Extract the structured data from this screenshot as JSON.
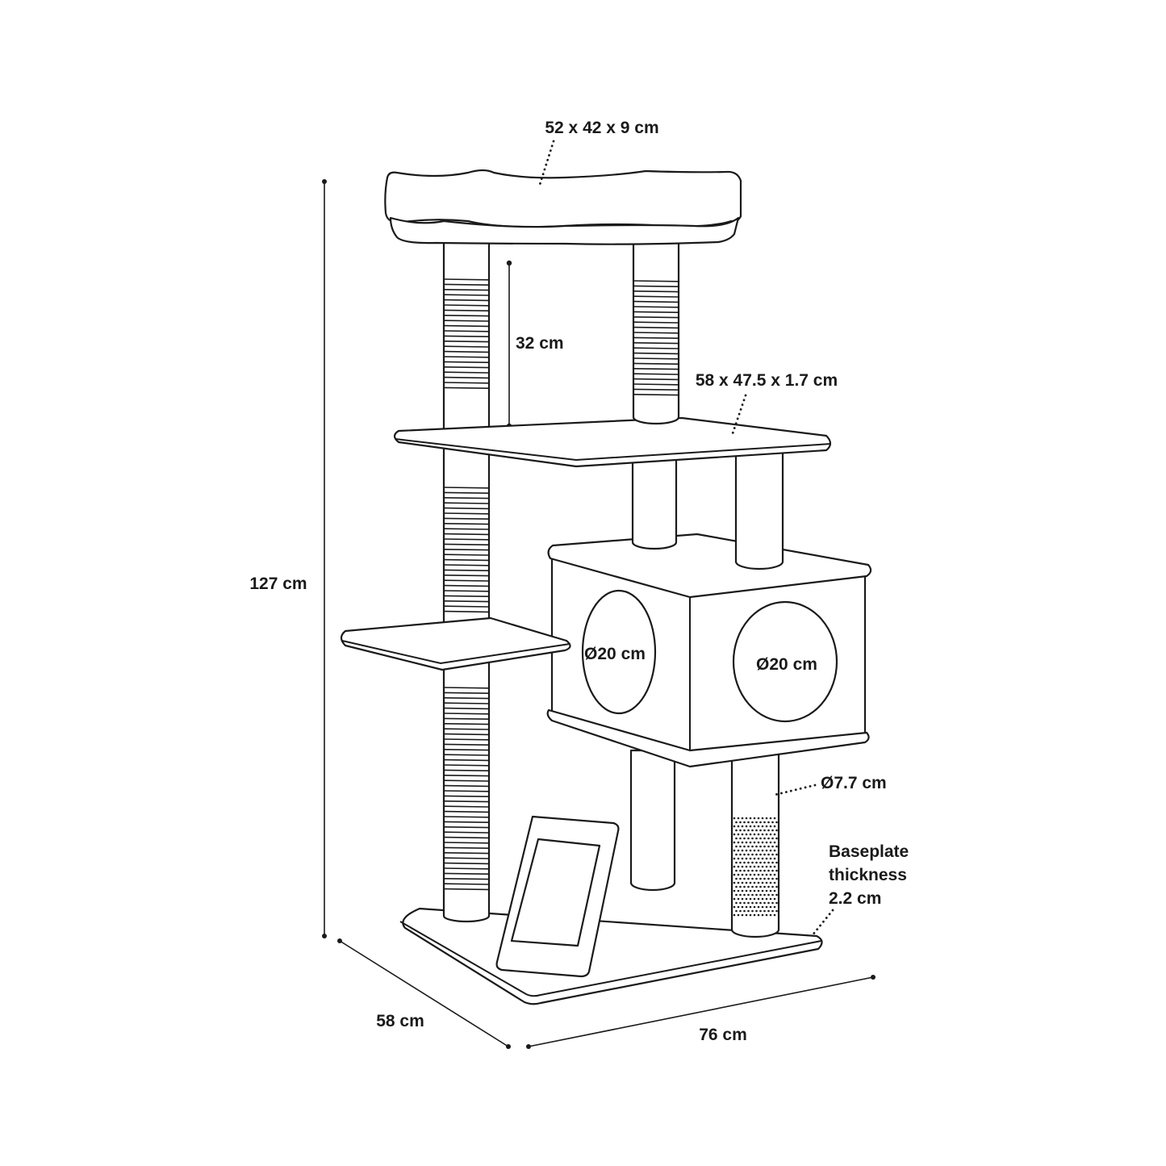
{
  "labels": {
    "top_bed": "52 x 42 x 9 cm",
    "post_gap": "32 cm",
    "platform": "58 x 47.5 x 1.7 cm",
    "total_height": "127 cm",
    "hole_left": "Ø20 cm",
    "hole_right": "Ø20 cm",
    "post_diameter": "Ø7.7 cm",
    "baseplate_line1": "Baseplate",
    "baseplate_line2": "thickness",
    "baseplate_line3": "2.2 cm",
    "depth": "58 cm",
    "width": "76 cm"
  },
  "colors": {
    "line": "#1a1a1a",
    "fill": "#ffffff"
  }
}
